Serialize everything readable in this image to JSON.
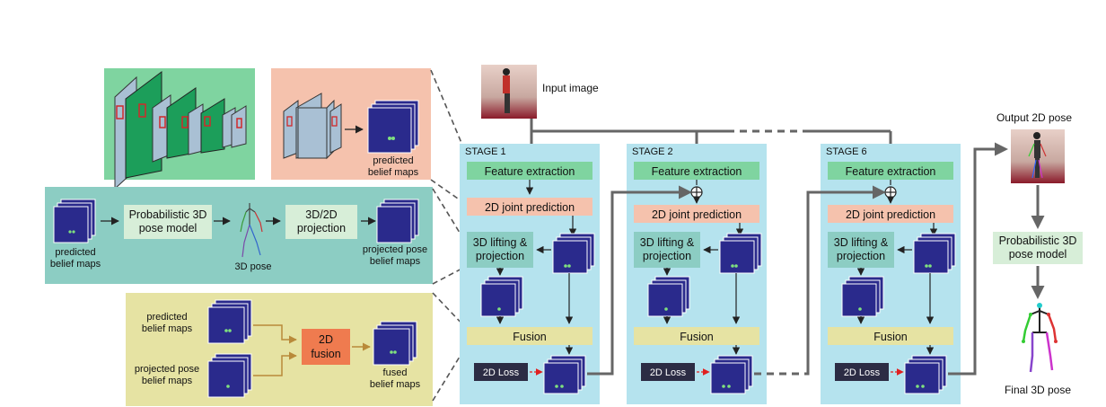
{
  "labels": {
    "input_image": "Input image",
    "output_2d_pose": "Output 2D pose",
    "final_3d_pose": "Final 3D pose",
    "prob_3d_pose_model_right": "Probabilistic 3D pose model",
    "predicted_belief_maps_top": "predicted belief maps",
    "teal_predicted_belief_maps": "predicted belief maps",
    "teal_prob_model": "Probabilistic 3D pose model",
    "teal_3d_pose": "3D pose",
    "teal_projection": "3D/2D projection",
    "teal_projected_pose": "projected pose belief maps",
    "fusion_predicted": "predicted belief maps",
    "fusion_projected": "projected pose belief maps",
    "fusion_box": "2D fusion",
    "fusion_fused": "fused belief maps"
  },
  "stages": [
    {
      "title": "STAGE 1",
      "feature_extraction": "Feature extraction",
      "joint_prediction": "2D joint prediction",
      "lifting": "3D lifting & projection",
      "fusion": "Fusion",
      "loss": "2D Loss"
    },
    {
      "title": "STAGE 2",
      "feature_extraction": "Feature extraction",
      "joint_prediction": "2D joint prediction",
      "lifting": "3D lifting & projection",
      "fusion": "Fusion",
      "loss": "2D Loss"
    },
    {
      "title": "STAGE 6",
      "feature_extraction": "Feature extraction",
      "joint_prediction": "2D joint prediction",
      "lifting": "3D lifting & projection",
      "fusion": "Fusion",
      "loss": "2D Loss"
    }
  ],
  "colors": {
    "stage_bg": "#b5e3ee",
    "feature_green": "#7fd4a0",
    "joint_pink": "#f5c2ad",
    "lifting_teal": "#8ccdc3",
    "fusion_yellow": "#e6e3a3",
    "loss_dark": "#2c2c44",
    "belief_map": "#2a2a8c",
    "fusion_orange": "#ef7b4f"
  }
}
